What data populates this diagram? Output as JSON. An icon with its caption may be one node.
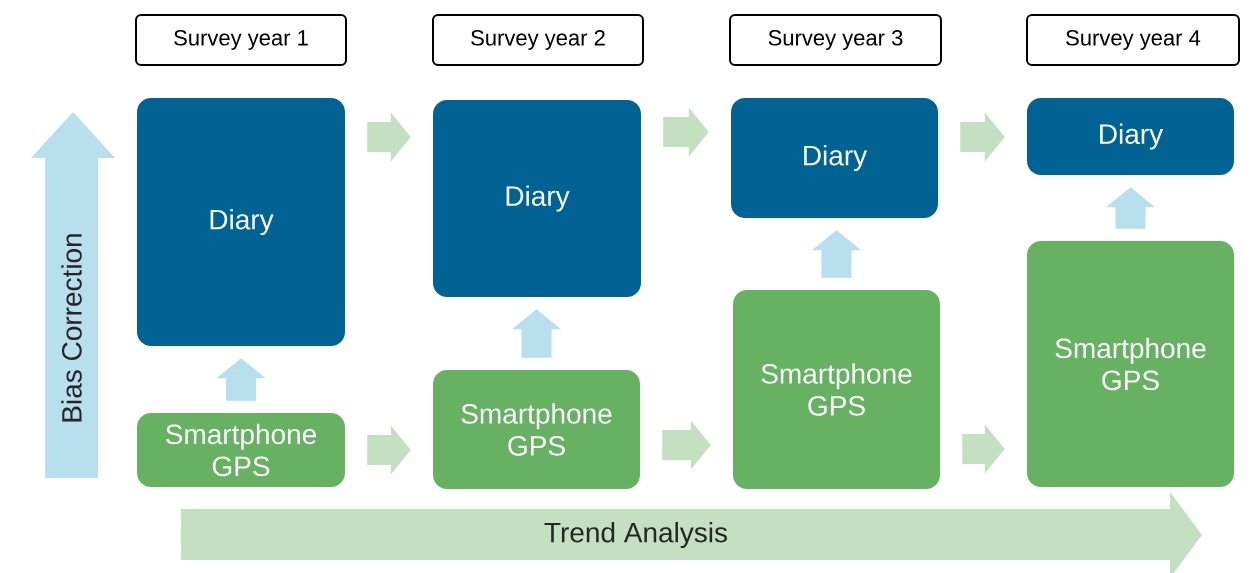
{
  "diagram": {
    "nodes": [
      {
        "text": [
          "Survey year 1"
        ]
      },
      {
        "text": [
          "Survey year 2"
        ]
      },
      {
        "text": [
          "Survey year 3"
        ]
      },
      {
        "text": [
          "Survey year 4"
        ]
      },
      {
        "text": [
          "Bias Correction"
        ]
      },
      {
        "text": [
          "Diary"
        ]
      },
      {
        "text": [
          "Diary"
        ]
      },
      {
        "text": [
          "Diary"
        ]
      },
      {
        "text": [
          "Diary"
        ]
      },
      {
        "text": [
          "Smartphone GPS"
        ]
      },
      {
        "text": [
          "Smartphone GPS"
        ]
      },
      {
        "text": [
          "Smartphone GPS"
        ]
      },
      {
        "text": [
          "Smartphone GPS"
        ]
      },
      {
        "text": [
          "Trend Analysis"
        ]
      }
    ],
    "edges": [
      {
        "from": 5,
        "to": 6,
        "arrow": "to"
      },
      {
        "from": 6,
        "to": 7,
        "arrow": "to"
      },
      {
        "from": 7,
        "to": 8,
        "arrow": "to"
      },
      {
        "from": 9,
        "to": 10,
        "arrow": "to"
      },
      {
        "from": 10,
        "to": 11,
        "arrow": "to"
      },
      {
        "from": 11,
        "to": 12,
        "arrow": "to"
      },
      {
        "from": 9,
        "to": 5,
        "arrow": "to",
        "color": "#b7dfed"
      },
      {
        "from": 10,
        "to": 6,
        "arrow": "to",
        "color": "#b7dfed"
      },
      {
        "from": 11,
        "to": 7,
        "arrow": "to",
        "color": "#b7dfed"
      },
      {
        "from": 12,
        "to": 8,
        "arrow": "to",
        "color": "#b7dfed"
      }
    ]
  }
}
